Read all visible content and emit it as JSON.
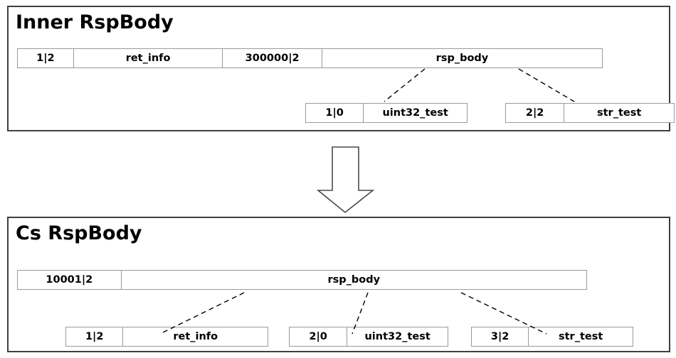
{
  "diagram": {
    "title_top": "Inner RspBody",
    "title_bottom": "Cs RspBody",
    "transform_arrow": "down-arrow"
  },
  "inner": {
    "title": "Inner RspBody",
    "main_row": [
      {
        "tag": "1|2",
        "name": "ret_info"
      },
      {
        "tag": "300000|2",
        "name": "rsp_body"
      }
    ],
    "main_cells": [
      "1|2",
      "ret_info",
      "300000|2",
      "rsp_body"
    ],
    "sub_row": [
      {
        "tag": "1|0",
        "name": "uint32_test"
      },
      {
        "tag": "2|2",
        "name": "str_test"
      }
    ],
    "sub_cells": [
      "1|0",
      "uint32_test",
      "2|2",
      "str_test"
    ]
  },
  "cs": {
    "title": "Cs RspBody",
    "main_cells": [
      "10001|2",
      "rsp_body"
    ],
    "sub_row": [
      {
        "tag": "1|2",
        "name": "ret_info"
      },
      {
        "tag": "2|0",
        "name": "uint32_test"
      },
      {
        "tag": "3|2",
        "name": "str_test"
      }
    ],
    "sub_cells": [
      "1|2",
      "ret_info",
      "2|0",
      "uint32_test",
      "3|2",
      "str_test"
    ]
  },
  "colors": {
    "panel_border": "#3f3f3f",
    "box_border": "#9a9a9a",
    "text": "#000000",
    "background": "#ffffff",
    "leader_line": "#000000",
    "arrow_stroke": "#4a4a4a",
    "arrow_fill": "#ffffff"
  }
}
